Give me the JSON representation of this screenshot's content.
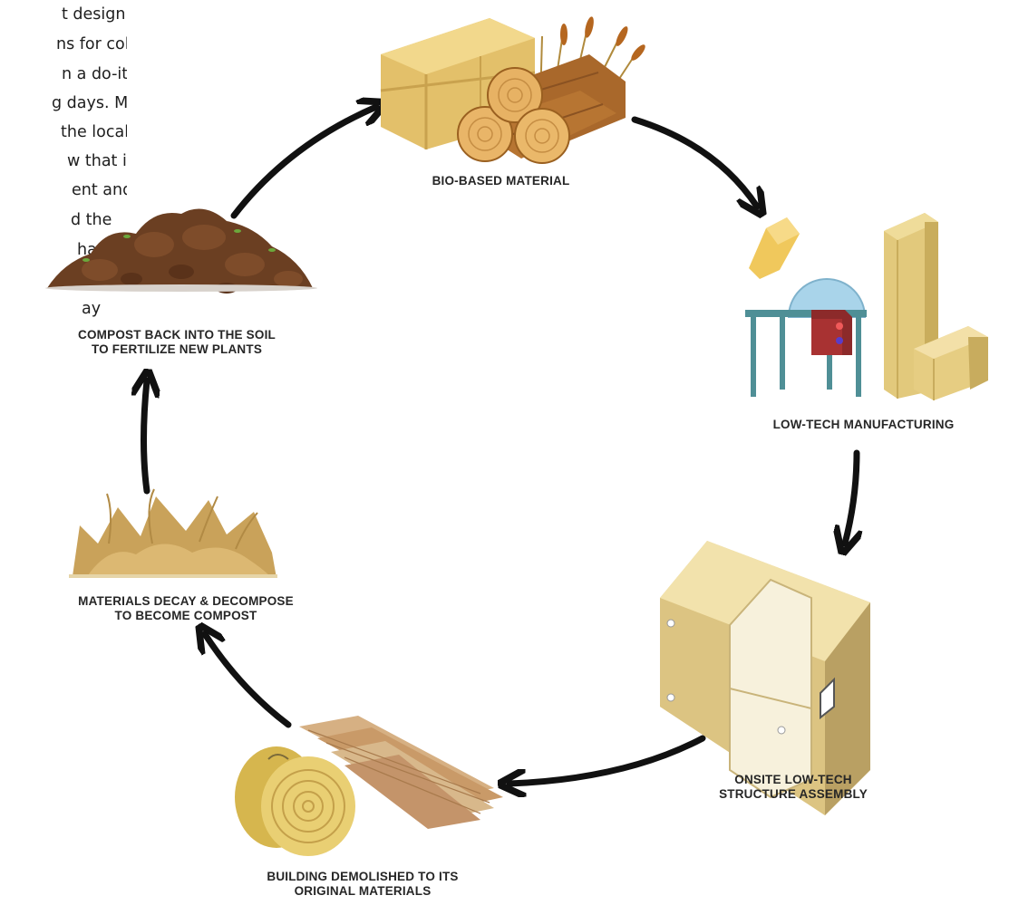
{
  "side_text": {
    "lines": [
      "t design",
      "ns for cold",
      "n a do-it-",
      "g days. My",
      "the local",
      "w that is",
      "ent and",
      "d the",
      "hat",
      "",
      "ay"
    ]
  },
  "stages": [
    {
      "id": "bio",
      "lines": [
        "BIO-BASED MATERIAL"
      ]
    },
    {
      "id": "mfg",
      "lines": [
        "LOW-TECH MANUFACTURING"
      ]
    },
    {
      "id": "assembly",
      "lines": [
        "ONSITE LOW-TECH",
        "STRUCTURE ASSEMBLY"
      ]
    },
    {
      "id": "demolish",
      "lines": [
        "BUILDING DEMOLISHED TO ITS",
        "ORIGINAL MATERIALS"
      ]
    },
    {
      "id": "decay",
      "lines": [
        "MATERIALS DECAY & DECOMPOSE",
        "TO BECOME COMPOST"
      ]
    },
    {
      "id": "compost",
      "lines": [
        "COMPOST BACK INTO THE SOIL",
        "TO FERTILIZE NEW PLANTS"
      ]
    }
  ],
  "icons": {
    "bio": "hay-bales-and-logs-icon",
    "mfg": "workbench-and-panels-icon",
    "assembly": "modular-house-icon",
    "demolish": "hay-roll-and-planks-icon",
    "decay": "dry-grass-icon",
    "compost": "soil-pile-icon"
  },
  "colors": {
    "arrow": "#111111",
    "label": "#262626",
    "hay": "#e8c772",
    "wood": "#c98a3c",
    "soil": "#6b3f22",
    "house": "#e6d196"
  }
}
